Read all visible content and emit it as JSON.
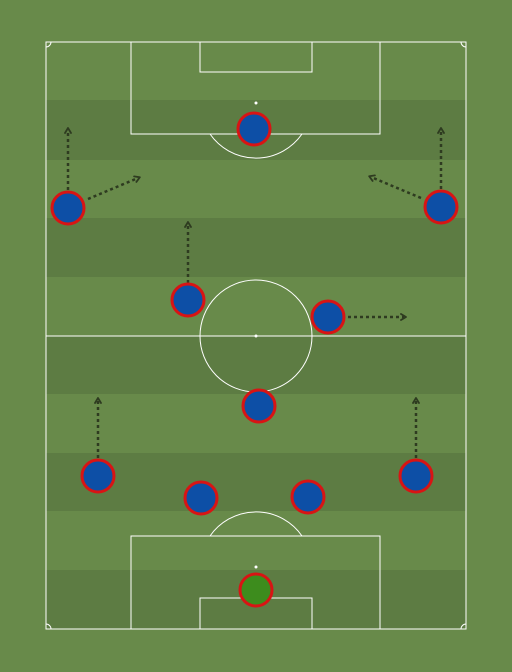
{
  "colors": {
    "background": "#688a4a",
    "stripe_dark": "#5d7c43",
    "stripe_light": "#688a4a",
    "line": "#ffffff",
    "player_fill": "#0d4fa6",
    "player_border": "#d81414",
    "goalkeeper_fill": "#3d8c1d",
    "arrow": "#2e3b20"
  },
  "players": [
    {
      "id": "goalkeeper",
      "role": "goalkeeper"
    },
    {
      "id": "centre-back-left",
      "role": "outfield"
    },
    {
      "id": "centre-back-right",
      "role": "outfield"
    },
    {
      "id": "full-back-left",
      "role": "outfield"
    },
    {
      "id": "full-back-right",
      "role": "outfield"
    },
    {
      "id": "defensive-midfielder",
      "role": "outfield"
    },
    {
      "id": "central-midfielder-left",
      "role": "outfield"
    },
    {
      "id": "central-midfielder-right",
      "role": "outfield"
    },
    {
      "id": "winger-left",
      "role": "outfield"
    },
    {
      "id": "winger-right",
      "role": "outfield"
    },
    {
      "id": "striker",
      "role": "outfield"
    }
  ],
  "movement_arrows": [
    {
      "player": "full-back-left",
      "direction": "forward"
    },
    {
      "player": "full-back-right",
      "direction": "forward"
    },
    {
      "player": "central-midfielder-left",
      "direction": "forward"
    },
    {
      "player": "central-midfielder-right",
      "direction": "right"
    },
    {
      "player": "winger-left",
      "direction": "forward"
    },
    {
      "player": "winger-left",
      "direction": "inside"
    },
    {
      "player": "winger-right",
      "direction": "forward"
    },
    {
      "player": "winger-right",
      "direction": "inside"
    }
  ]
}
